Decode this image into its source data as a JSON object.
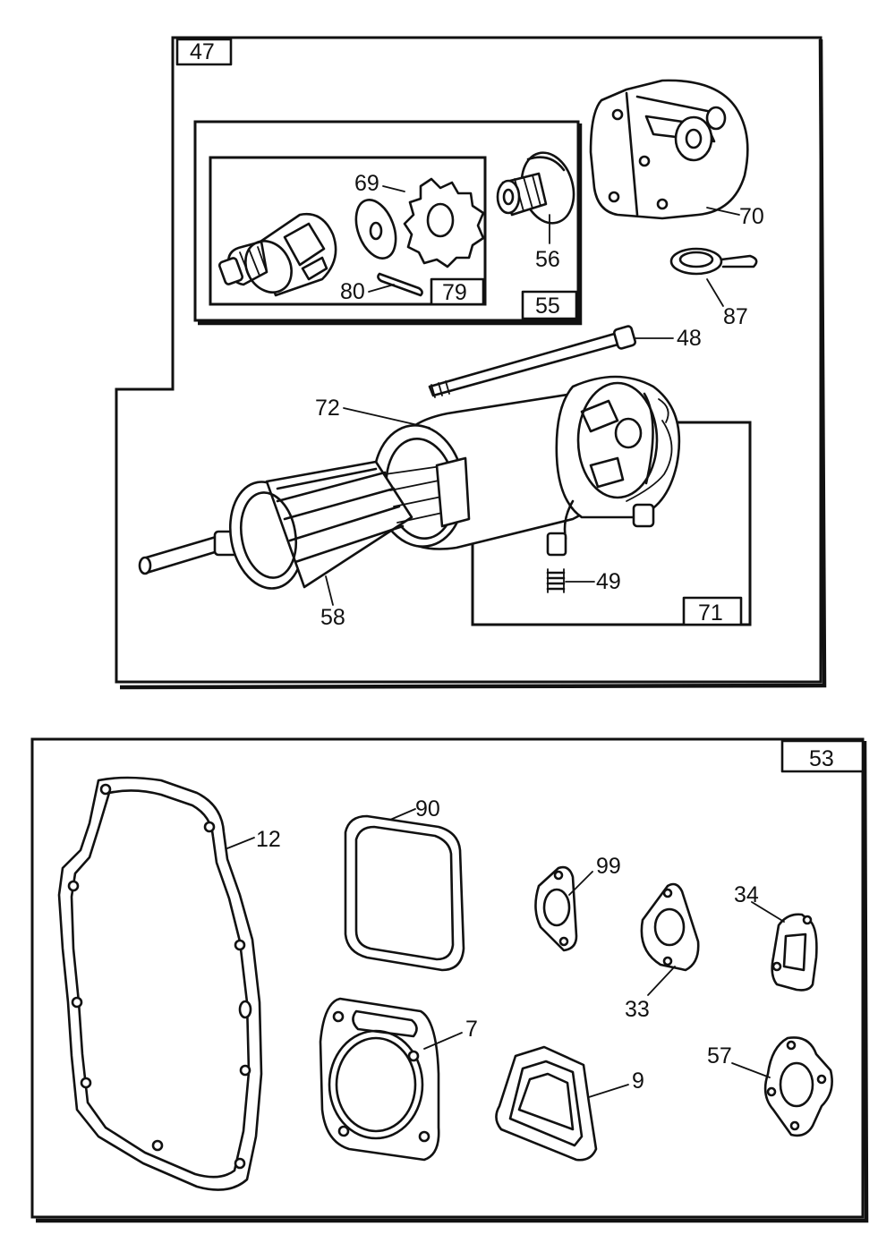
{
  "diagram": {
    "kit_boxes": {
      "k47": "47",
      "k55": "55",
      "k79": "79",
      "k71": "71",
      "k53": "53"
    },
    "callouts": {
      "c69": "69",
      "c80": "80",
      "c56": "56",
      "c70": "70",
      "c87": "87",
      "c48": "48",
      "c72": "72",
      "c49": "49",
      "c58": "58",
      "c12": "12",
      "c90": "90",
      "c99": "99",
      "c34": "34",
      "c33": "33",
      "c7": "7",
      "c9": "9",
      "c57": "57"
    }
  }
}
